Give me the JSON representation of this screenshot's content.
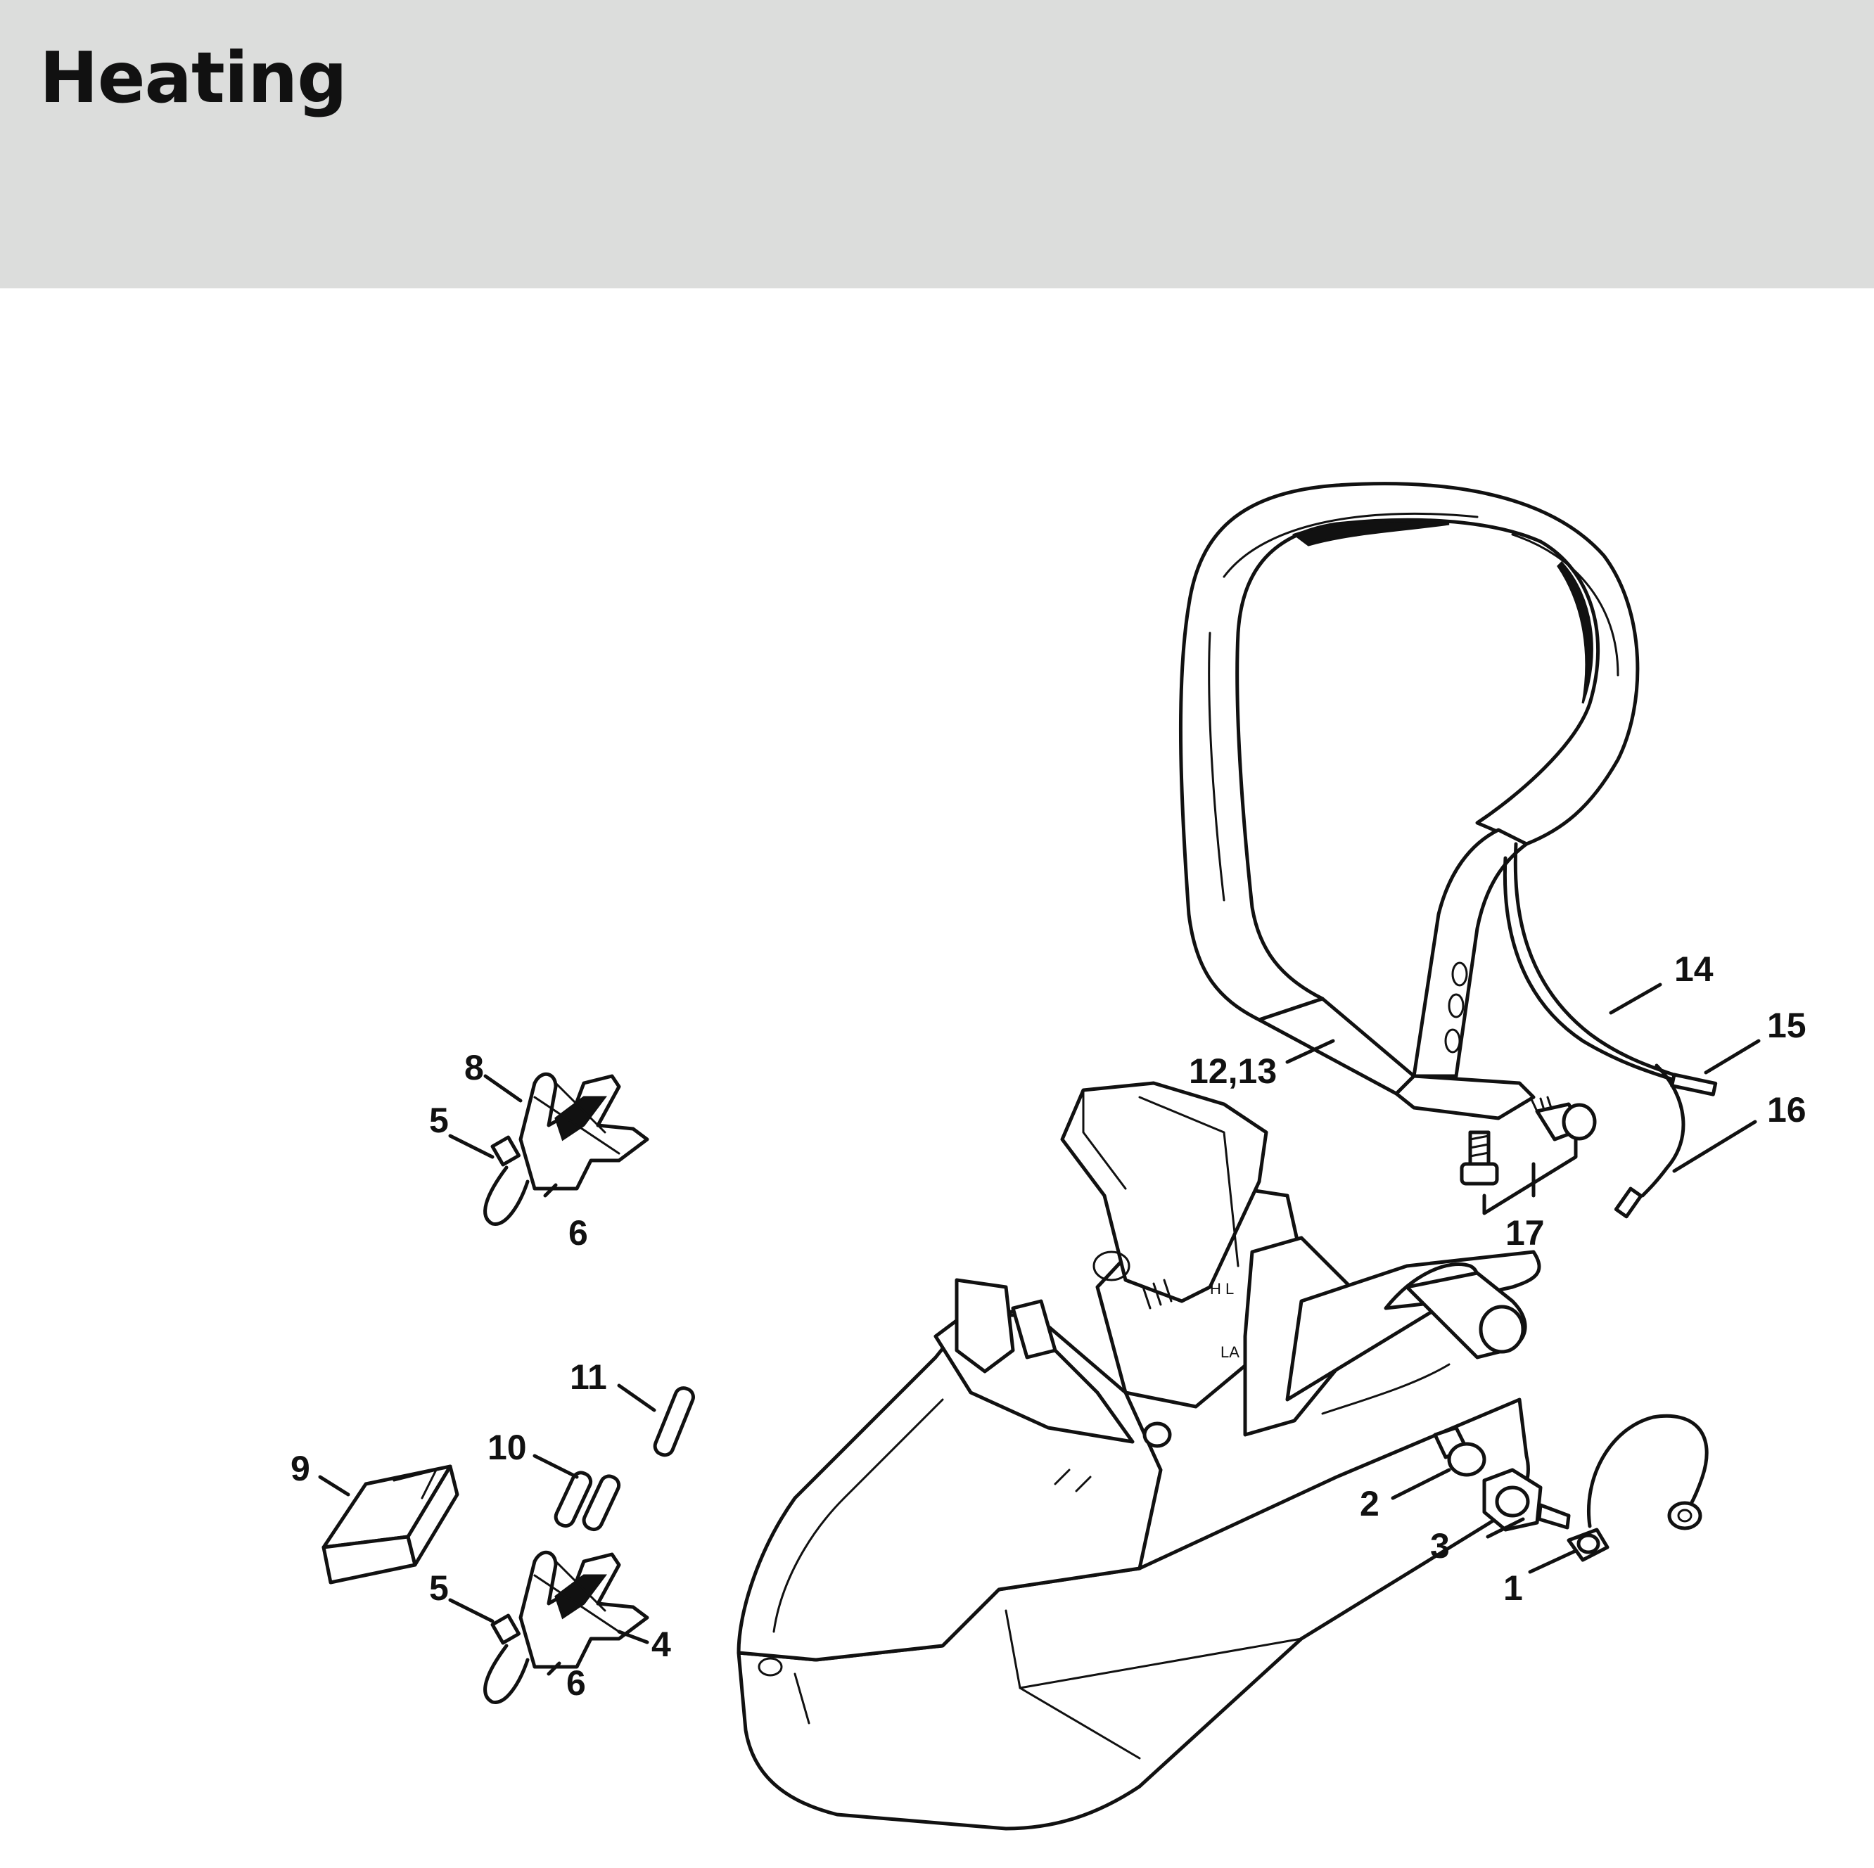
{
  "page": {
    "title": "Heating"
  },
  "callouts": {
    "c1": "1",
    "c2": "2",
    "c3": "3",
    "c4": "4",
    "c5a": "5",
    "c5b": "5",
    "c6a": "6",
    "c6b": "6",
    "c8": "8",
    "c9": "9",
    "c10": "10",
    "c11": "11",
    "c12_13": "12,13",
    "c14": "14",
    "c15": "15",
    "c16": "16",
    "c17": "17"
  }
}
